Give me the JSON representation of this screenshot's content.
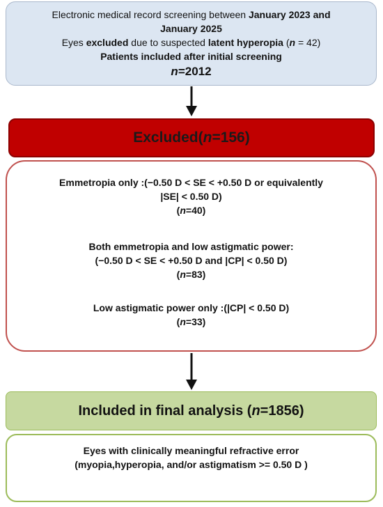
{
  "top_box": {
    "line1_pre": "Electronic medical record screening between ",
    "line1_bold": "January  2023 and",
    "line2_bold": "January 2025",
    "line3_pre": "Eyes ",
    "line3_bold1": "excluded",
    "line3_mid": " due to suspected ",
    "line3_bold2": "latent hyperopia",
    "line3_paren_open": " (",
    "line3_n": "n",
    "line3_count": " = 42)",
    "line4_bold": "Patients included after initial screening",
    "line5_n": "n",
    "line5_count": "=2012"
  },
  "excluded": {
    "label": "Excluded(",
    "n": "n",
    "count": "=156)"
  },
  "details": {
    "group1_line1": "Emmetropia only  :(−0.50 D < SE < +0.50 D or equivalently",
    "group1_line2": "|SE| < 0.50 D)",
    "group1_open": "(",
    "group1_n": "n",
    "group1_count": "=40)",
    "group2_line1": "Both emmetropia and low astigmatic power:",
    "group2_line2": "(−0.50 D < SE < +0.50 D and |CP| < 0.50 D)",
    "group2_open": "(",
    "group2_n": "n",
    "group2_count": "=83)",
    "group3_line1": "Low astigmatic power only :(|CP| < 0.50 D)",
    "group3_open": "(",
    "group3_n": "n",
    "group3_count": "=33)"
  },
  "included": {
    "label": "Included in final analysis (",
    "n": "n",
    "count": "=1856)"
  },
  "bottom_box": {
    "line1": "Eyes with clinically meaningful refractive error",
    "line2": "(myopia,hyperopia, and/or astigmatism >= 0.50 D )"
  },
  "colors": {
    "top_fill": "#dce6f2",
    "excluded_fill": "#c00000",
    "details_border": "#c0504d",
    "included_fill": "#c6d9a0",
    "bottom_border": "#9bbb59",
    "arrow": "#111111"
  }
}
